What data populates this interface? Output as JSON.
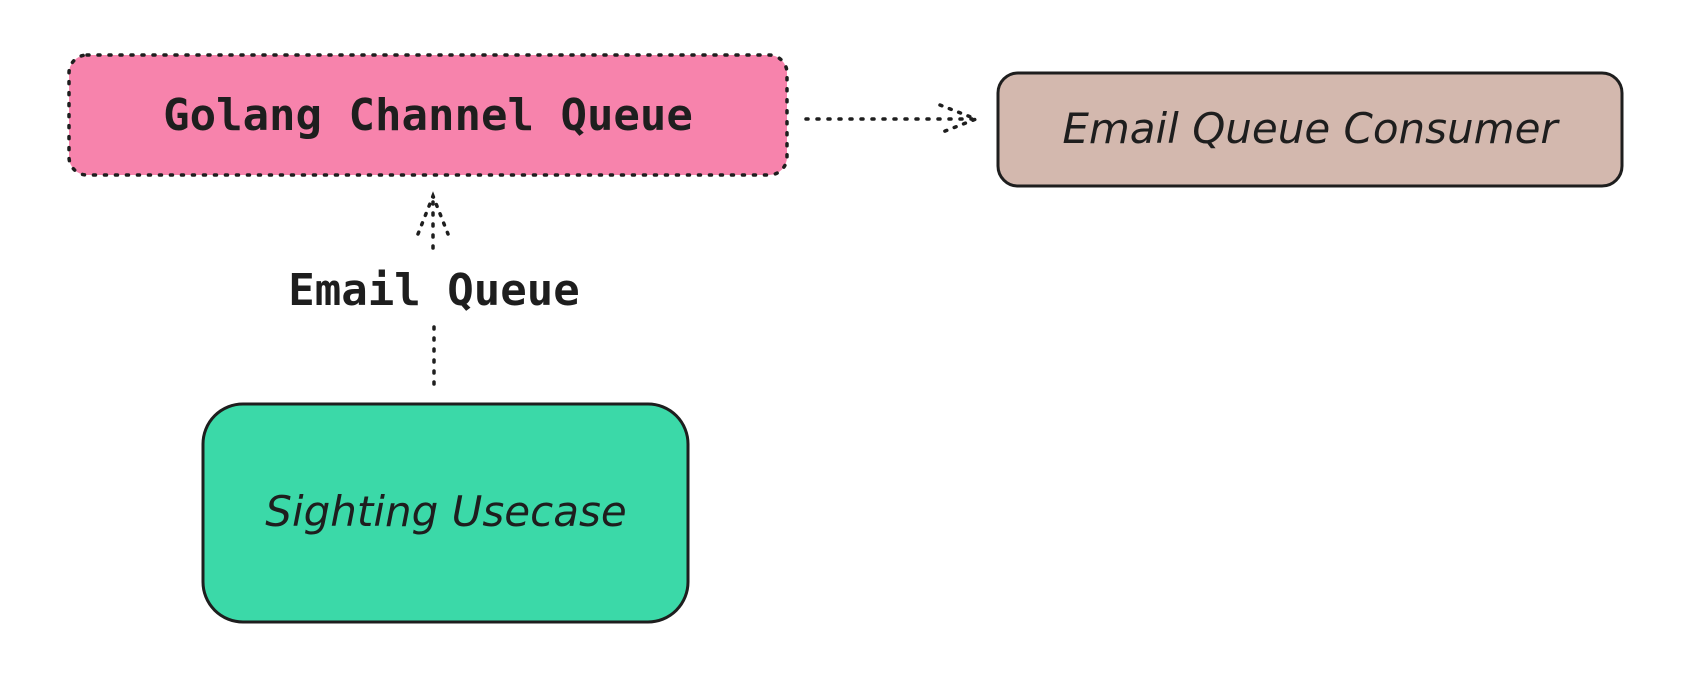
{
  "nodes": {
    "golang_channel_queue": {
      "label": "Golang Channel Queue",
      "fill": "#f783ac",
      "stroke": "#1e1e1e",
      "style": "dotted"
    },
    "email_queue_consumer": {
      "label": "Email Queue Consumer",
      "fill": "#d3b8ae",
      "stroke": "#1e1e1e",
      "style": "solid"
    },
    "sighting_usecase": {
      "label": "Sighting Usecase",
      "fill": "#3bd9a8",
      "stroke": "#1e1e1e",
      "style": "solid"
    }
  },
  "edges": {
    "usecase_to_queue": {
      "label": "Email Queue",
      "style": "dotted"
    },
    "queue_to_consumer": {
      "label": "",
      "style": "dotted"
    }
  }
}
